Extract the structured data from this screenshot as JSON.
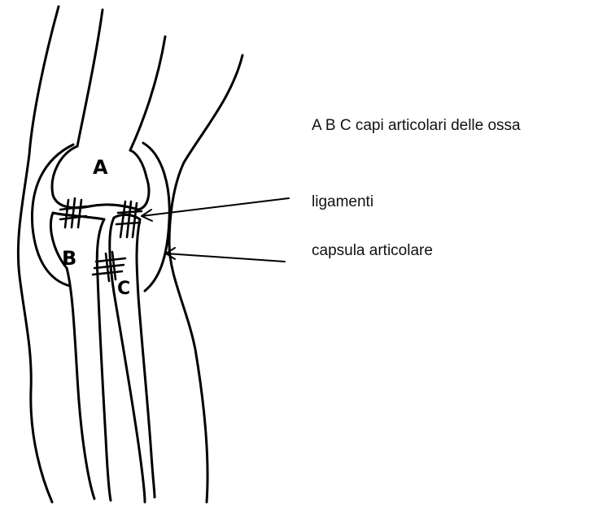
{
  "labels": {
    "bones": "A B C capi articolari delle ossa",
    "ligaments": "ligamenti",
    "capsule": "capsula articolare"
  },
  "bone_letters": {
    "a": "A",
    "b": "B",
    "c": "C"
  }
}
